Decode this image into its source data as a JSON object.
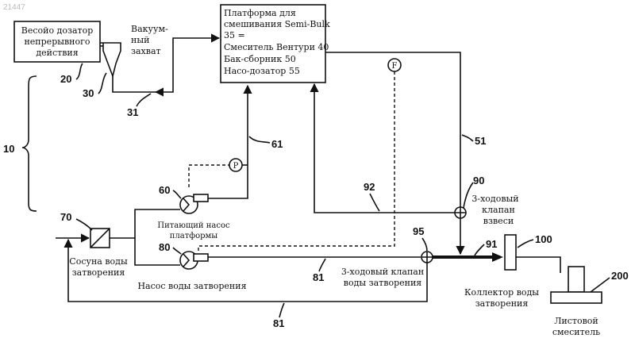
{
  "watermark": "21447",
  "labels": {
    "weigher_l1": "Весойо дозатор",
    "weigher_l2": "непрерывного",
    "weigher_l3": "действия",
    "vacuum_l1": "Вакуум-",
    "vacuum_l2": "ный",
    "vacuum_l3": "захват",
    "platform_l1": "Платформа для",
    "platform_l2": "смешивания Semi-Bulk",
    "platform_l3": "35 =",
    "platform_l4": "Смеситель Вентури 40",
    "platform_l5": "Бак-сборник 50",
    "platform_l6": "Насо-дозатор 55",
    "feed_pump_l1": "Питающий насос",
    "feed_pump_l2": "платформы",
    "water_pump": "Насос воды затворения",
    "water_vessel_l1": "Сосуна воды",
    "water_vessel_l2": "затворения",
    "valve_slurry_l1": "3-ходовый",
    "valve_slurry_l2": "клапан",
    "valve_slurry_l3": "взвеси",
    "valve_water_l1": "3-ходовый клапан",
    "valve_water_l2": "воды затворения",
    "collector_l1": "Коллектор воды",
    "collector_l2": "затворения",
    "sheet_mixer_l1": "Листовой",
    "sheet_mixer_l2": "смеситель",
    "gauge_p": "P",
    "gauge_f": "F"
  },
  "refs": {
    "r10": "10",
    "r20": "20",
    "r30": "30",
    "r31": "31",
    "r51": "51",
    "r60": "60",
    "r61": "61",
    "r70": "70",
    "r80": "80",
    "r81a": "81",
    "r81b": "81",
    "r90": "90",
    "r91": "91",
    "r92": "92",
    "r95": "95",
    "r100": "100",
    "r200": "200"
  }
}
